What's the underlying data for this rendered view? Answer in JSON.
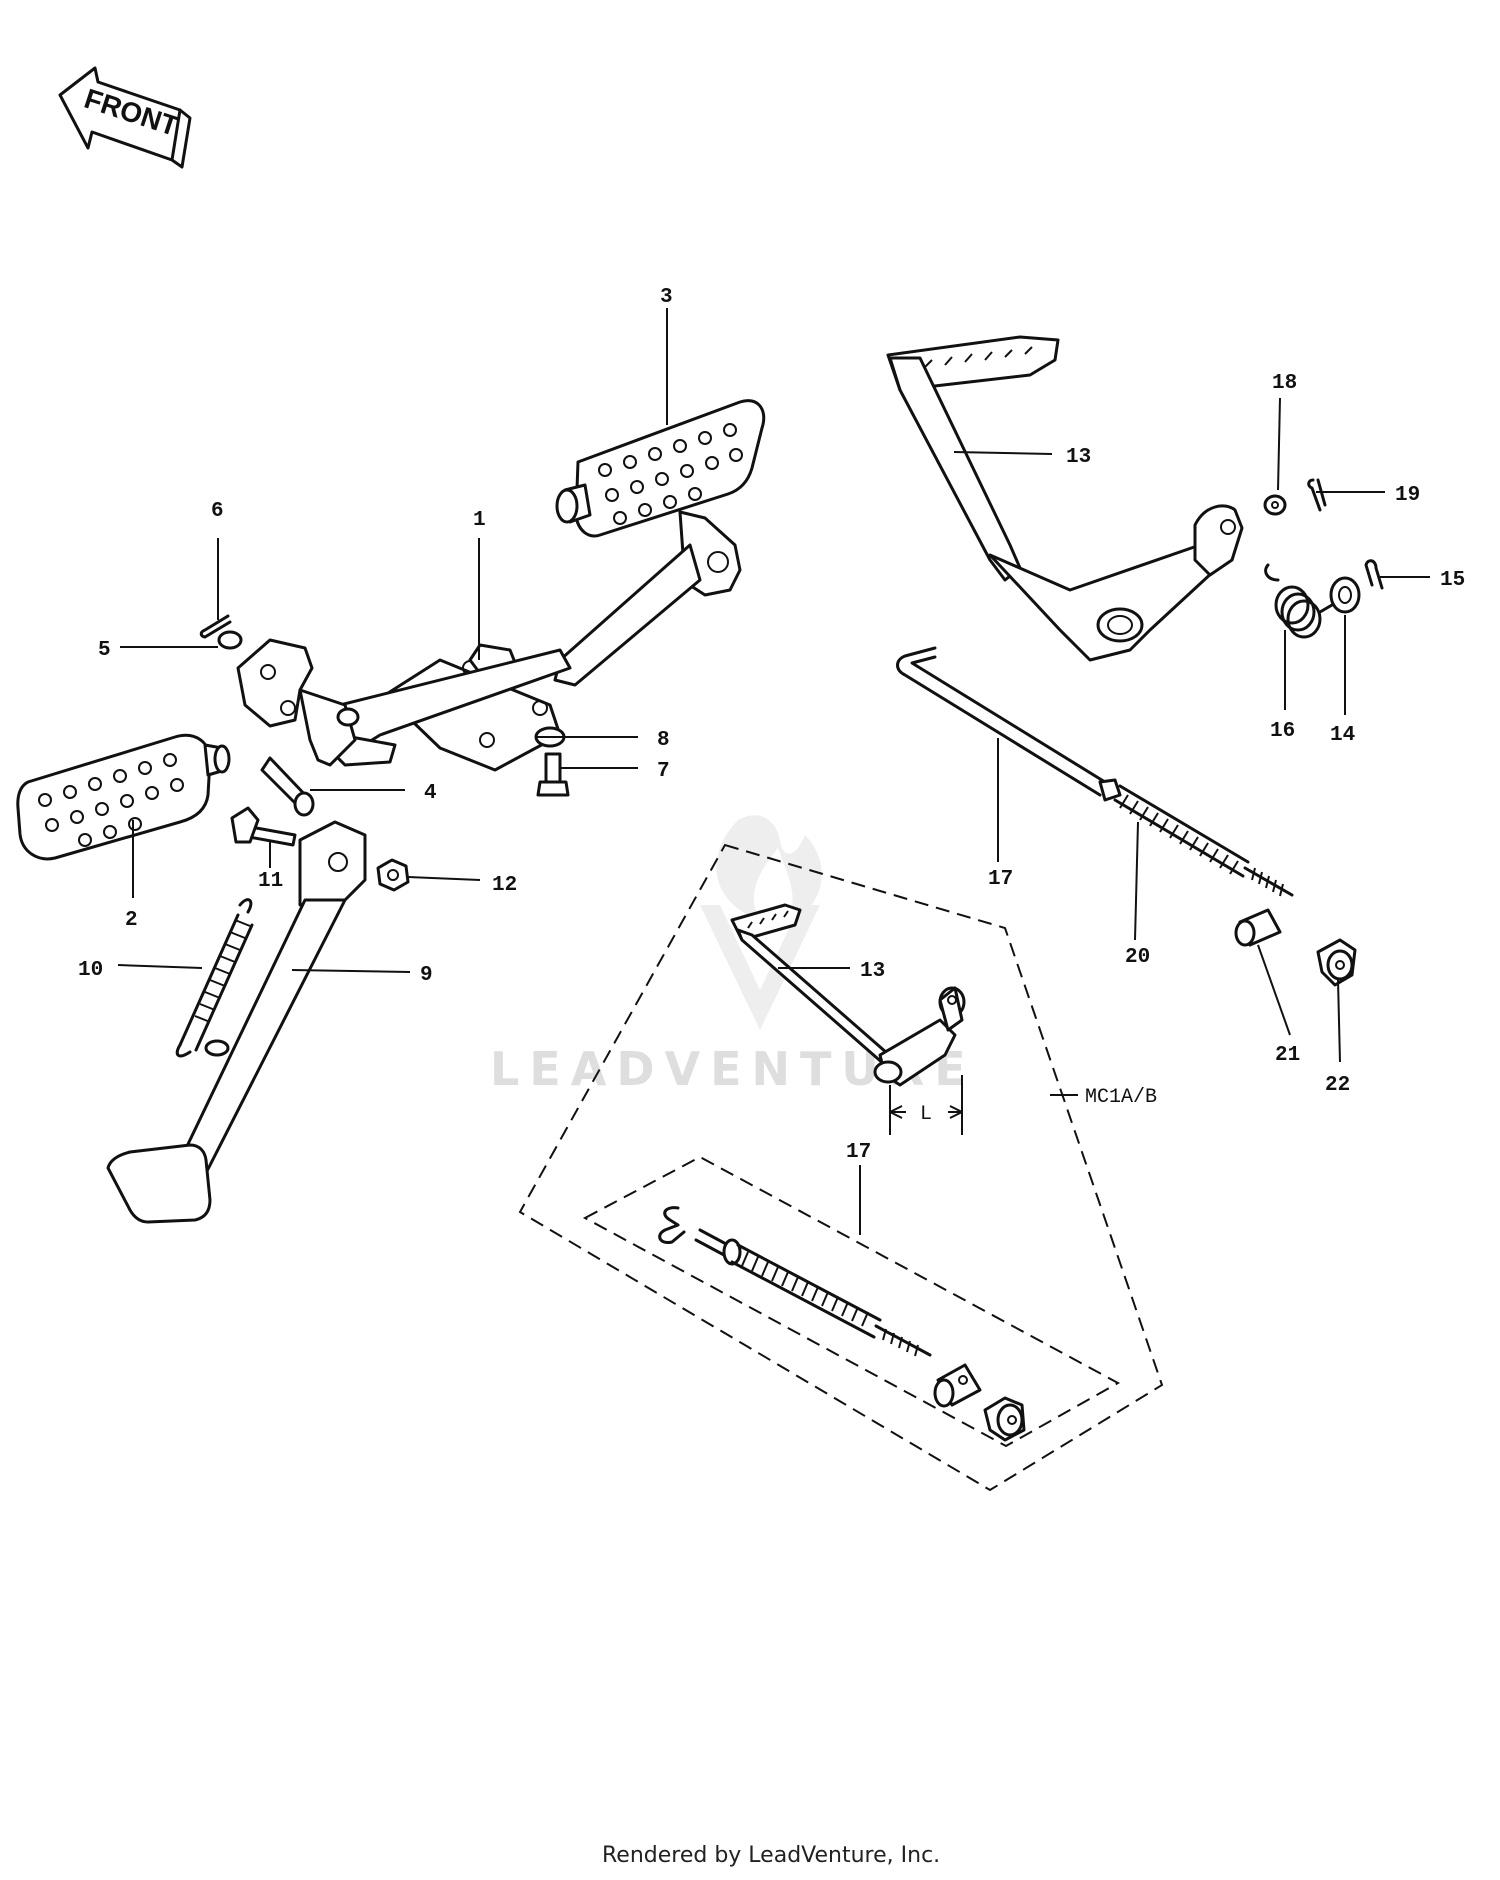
{
  "front_indicator": "FRONT",
  "watermark": "LEADVENTURE",
  "variant_label": "MC1A/B",
  "dimension_label": "L",
  "footer": "Rendered by LeadVenture, Inc.",
  "callouts": {
    "c1": "1",
    "c2": "2",
    "c3": "3",
    "c4": "4",
    "c5": "5",
    "c6": "6",
    "c7": "7",
    "c8": "8",
    "c9": "9",
    "c10": "10",
    "c11": "11",
    "c12": "12",
    "c13": "13",
    "c13b": "13",
    "c14": "14",
    "c15": "15",
    "c16": "16",
    "c17": "17",
    "c17b": "17",
    "c18": "18",
    "c19": "19",
    "c20": "20",
    "c21": "21",
    "c22": "22"
  }
}
